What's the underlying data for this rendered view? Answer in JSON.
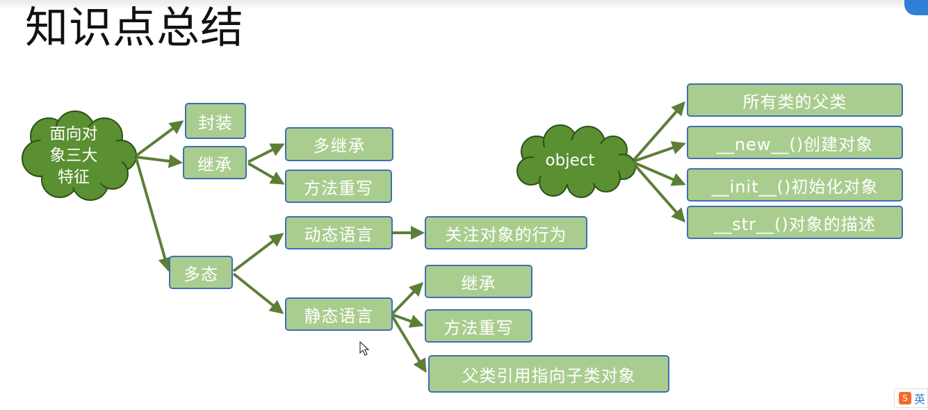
{
  "title": "知识点总结",
  "colors": {
    "box_fill": "#a9cd8f",
    "box_border": "#3f6db4",
    "cloud": "#5a8f32",
    "arrow": "#5d7e37",
    "text": "#ffffff"
  },
  "oop": {
    "root_lines": [
      "面向对",
      "象三大",
      "特征"
    ],
    "encapsulation": "封装",
    "inheritance": {
      "label": "继承",
      "children": [
        "多继承",
        "方法重写"
      ]
    },
    "polymorphism": {
      "label": "多态",
      "dynamic": {
        "label": "动态语言",
        "child": "关注对象的行为"
      },
      "static": {
        "label": "静态语言",
        "children": [
          "继承",
          "方法重写",
          "父类引用指向子类对象"
        ]
      }
    }
  },
  "object": {
    "label": "object",
    "children": [
      "所有类的父类",
      "__new__()创建对象",
      "__init__()初始化对象",
      "__str__()对象的描述"
    ]
  },
  "overlay": {
    "ime_label": "英",
    "ime_icon_glyph": "S"
  }
}
